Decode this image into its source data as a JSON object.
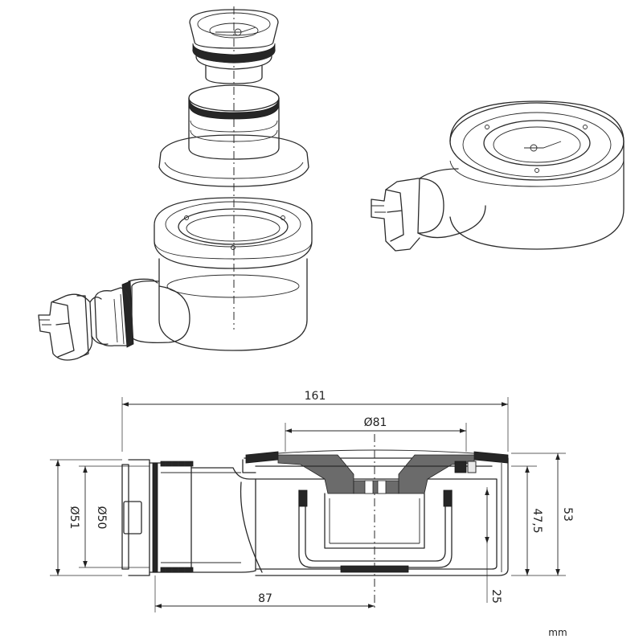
{
  "dimensions": {
    "overall_length": "161",
    "grate_diameter": "Ø81",
    "outlet_outer_diameter": "Ø51",
    "outlet_inner_diameter": "Ø50",
    "outlet_offset": "87",
    "total_height": "53",
    "body_height": "47,5",
    "water_seal": "25"
  },
  "units_label": "mm"
}
